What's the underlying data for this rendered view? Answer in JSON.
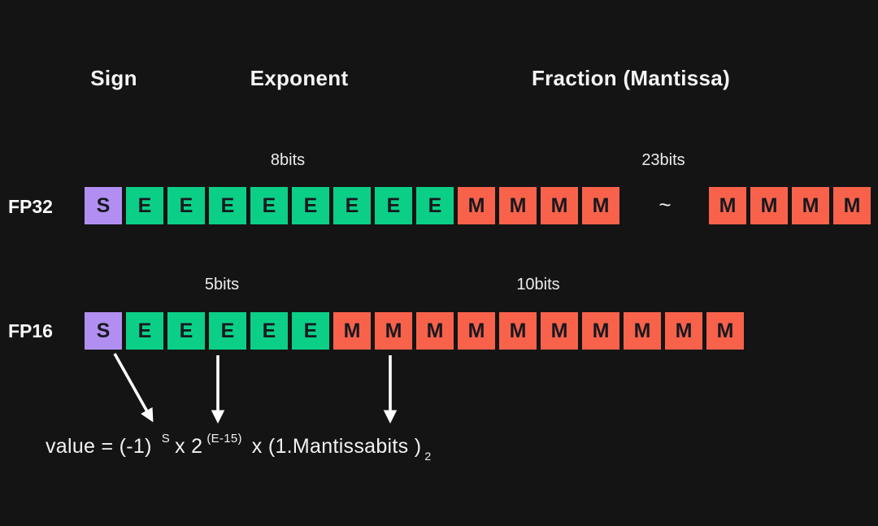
{
  "colors": {
    "background": "#141414",
    "sign": "#B18FF2",
    "exponent": "#0BCF87",
    "mantissa": "#F8624B",
    "bit_letter": "#18181F",
    "text": "#F2F2F2"
  },
  "headers": {
    "sign": "Sign",
    "exponent": "Exponent",
    "fraction": "Fraction (Mantissa)"
  },
  "fp32": {
    "label": "FP32",
    "exponent_bits_label": "8bits",
    "mantissa_bits_label": "23bits",
    "separator": "~",
    "cells_main": [
      {
        "letter": "S",
        "type": "sign"
      },
      {
        "letter": "E",
        "type": "exponent"
      },
      {
        "letter": "E",
        "type": "exponent"
      },
      {
        "letter": "E",
        "type": "exponent"
      },
      {
        "letter": "E",
        "type": "exponent"
      },
      {
        "letter": "E",
        "type": "exponent"
      },
      {
        "letter": "E",
        "type": "exponent"
      },
      {
        "letter": "E",
        "type": "exponent"
      },
      {
        "letter": "E",
        "type": "exponent"
      },
      {
        "letter": "M",
        "type": "mantissa"
      },
      {
        "letter": "M",
        "type": "mantissa"
      },
      {
        "letter": "M",
        "type": "mantissa"
      },
      {
        "letter": "M",
        "type": "mantissa"
      }
    ],
    "cells_tail": [
      {
        "letter": "M",
        "type": "mantissa"
      },
      {
        "letter": "M",
        "type": "mantissa"
      },
      {
        "letter": "M",
        "type": "mantissa"
      },
      {
        "letter": "M",
        "type": "mantissa"
      }
    ]
  },
  "fp16": {
    "label": "FP16",
    "exponent_bits_label": "5bits",
    "mantissa_bits_label": "10bits",
    "cells": [
      {
        "letter": "S",
        "type": "sign"
      },
      {
        "letter": "E",
        "type": "exponent"
      },
      {
        "letter": "E",
        "type": "exponent"
      },
      {
        "letter": "E",
        "type": "exponent"
      },
      {
        "letter": "E",
        "type": "exponent"
      },
      {
        "letter": "E",
        "type": "exponent"
      },
      {
        "letter": "M",
        "type": "mantissa"
      },
      {
        "letter": "M",
        "type": "mantissa"
      },
      {
        "letter": "M",
        "type": "mantissa"
      },
      {
        "letter": "M",
        "type": "mantissa"
      },
      {
        "letter": "M",
        "type": "mantissa"
      },
      {
        "letter": "M",
        "type": "mantissa"
      },
      {
        "letter": "M",
        "type": "mantissa"
      },
      {
        "letter": "M",
        "type": "mantissa"
      },
      {
        "letter": "M",
        "type": "mantissa"
      },
      {
        "letter": "M",
        "type": "mantissa"
      }
    ]
  },
  "formula": {
    "lhs": "value = (-1)",
    "sign_exponent": "S",
    "times_base": "x 2",
    "exponent_term": "(E-15)",
    "mantissa_term": "x (1.Mantissabits )",
    "radix_subscript": "2"
  }
}
